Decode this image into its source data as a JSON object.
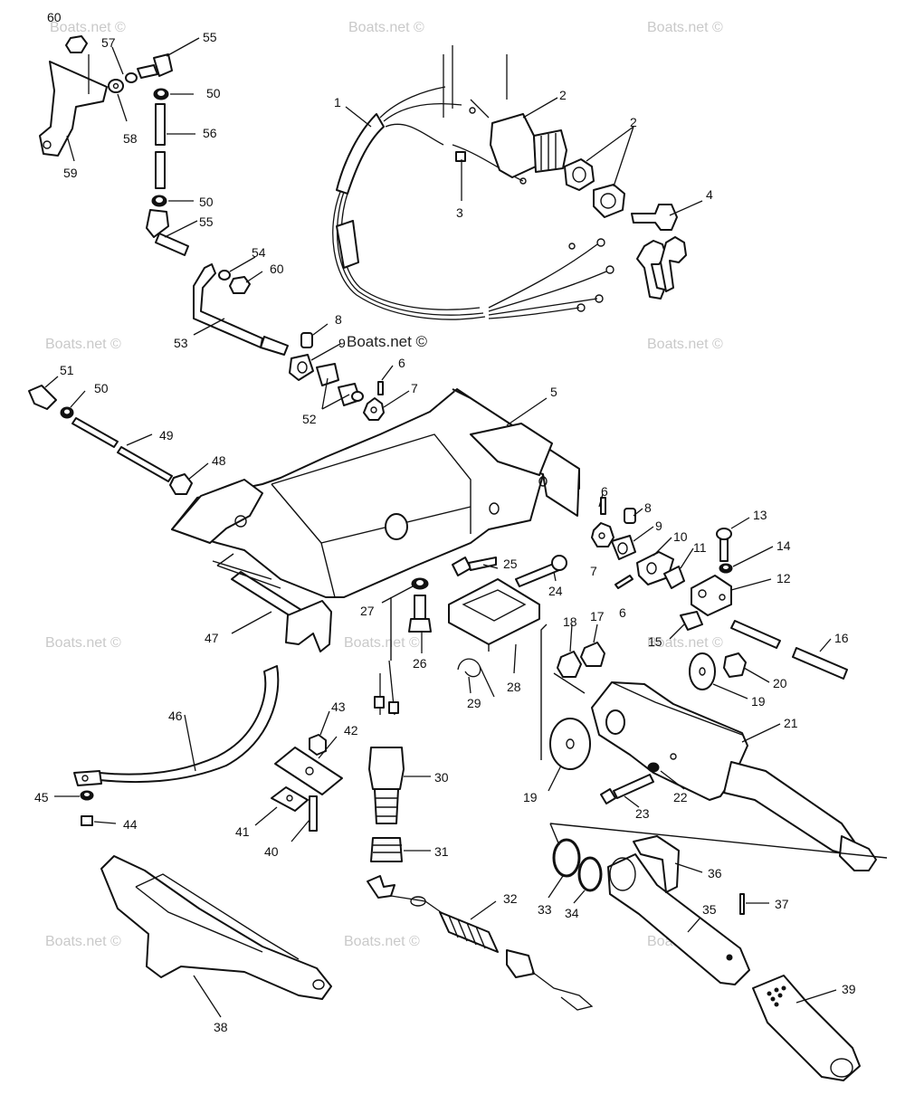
{
  "watermark": {
    "text": "Boats.net ©"
  },
  "callouts": {
    "c1": "1",
    "c2a": "2",
    "c2b": "2",
    "c3": "3",
    "c4": "4",
    "c5": "5",
    "c6a": "6",
    "c6b": "6",
    "c6c": "6",
    "c7a": "7",
    "c7b": "7",
    "c8a": "8",
    "c8b": "8",
    "c9a": "9",
    "c9b": "9",
    "c10": "10",
    "c11": "11",
    "c12": "12",
    "c13": "13",
    "c14": "14",
    "c15": "15",
    "c16": "16",
    "c17": "17",
    "c18": "18",
    "c19a": "19",
    "c19b": "19",
    "c20": "20",
    "c21": "21",
    "c22": "22",
    "c23": "23",
    "c24": "24",
    "c25": "25",
    "c26": "26",
    "c27": "27",
    "c28": "28",
    "c29": "29",
    "c30": "30",
    "c31": "31",
    "c32": "32",
    "c33": "33",
    "c34": "34",
    "c35": "35",
    "c36": "36",
    "c37": "37",
    "c38": "38",
    "c39": "39",
    "c40": "40",
    "c41": "41",
    "c42": "42",
    "c43": "43",
    "c44": "44",
    "c45": "45",
    "c46": "46",
    "c47": "47",
    "c48": "48",
    "c49": "49",
    "c50a": "50",
    "c50b": "50",
    "c50c": "50",
    "c51": "51",
    "c52": "52",
    "c53": "53",
    "c54": "54",
    "c55a": "55",
    "c55b": "55",
    "c56": "56",
    "c57": "57",
    "c58": "58",
    "c59": "59",
    "c60a": "60",
    "c60b": "60"
  }
}
